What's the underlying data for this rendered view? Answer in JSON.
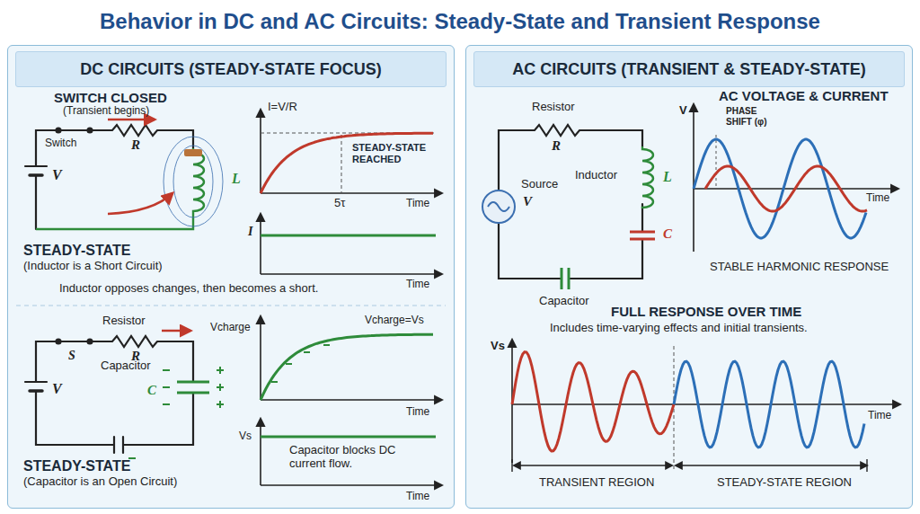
{
  "diagram": {
    "title": "Behavior in DC and AC Circuits: Steady-State and Transient Response",
    "nodes": [
      {
        "text": [
          "DC CIRCUITS (STEADY-STATE FOCUS)"
        ]
      },
      {
        "text": [
          "AC CIRCUITS (TRANSIENT & STEADY-STATE)"
        ]
      }
    ],
    "labels": [
      "SWITCH CLOSED",
      "(Transient begins)",
      "Switch",
      "R",
      "L",
      "V",
      "I=V/R",
      "STEADY-STATE REACHED",
      "5τ",
      "Time",
      "I",
      "Time",
      "STEADY-STATE",
      "(Inductor is a Short Circuit)",
      "Inductor opposes changes, then becomes a short.",
      "Resistor",
      "S",
      "R",
      "V",
      "Capacitor",
      "C",
      "Vcharge",
      "Vcharge=Vs",
      "Time",
      "Vs",
      "Capacitor blocks DC current flow.",
      "Time",
      "STEADY-STATE",
      "(Capacitor is an Open Circuit)",
      "Resistor",
      "R",
      "Source",
      "V",
      "Inductor",
      "L",
      "C",
      "Capacitor",
      "AC VOLTAGE & CURRENT",
      "V",
      "PHASE SHIFT (φ)",
      "Time",
      "STABLE HARMONIC RESPONSE",
      "FULL RESPONSE OVER TIME",
      "Includes time-varying effects and initial transients.",
      "Vs",
      "Time",
      "TRANSIENT REGION",
      "STEADY-STATE REGION"
    ]
  }
}
